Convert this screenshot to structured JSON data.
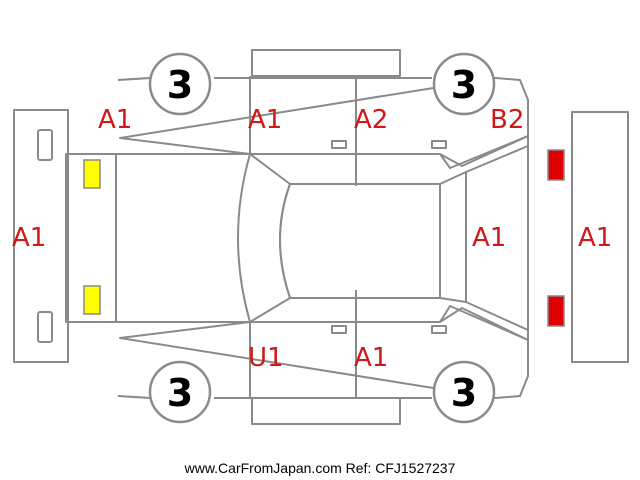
{
  "diagram": {
    "grades": {
      "top_left": "A1",
      "top_mid_left": "A1",
      "top_mid_right": "A2",
      "top_right": "B2",
      "left": "A1",
      "rear_windshield": "A1",
      "right": "A1",
      "bottom_mid_left": "U1",
      "bottom_mid_right": "A1"
    },
    "tires": {
      "top_left": "3",
      "top_right": "3",
      "bottom_left": "3",
      "bottom_right": "3"
    },
    "footer": "www.CarFromJapan.com Ref: CFJ1527237",
    "colors": {
      "outline": "#8a8a8a",
      "grade_text": "#d01818",
      "headlight": "#ffff00",
      "taillight": "#e00000",
      "text": "#000000"
    }
  }
}
